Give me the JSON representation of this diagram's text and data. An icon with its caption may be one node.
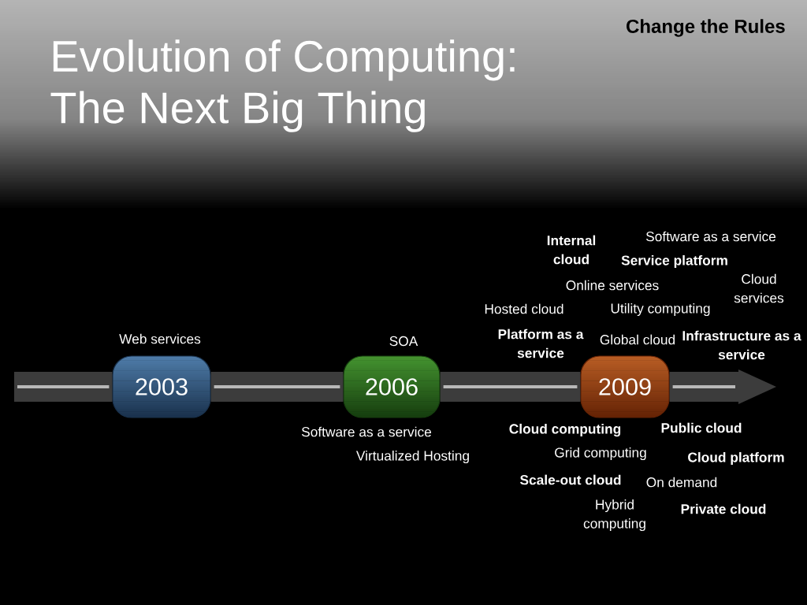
{
  "diagram": {
    "title": "Evolution of Computing: The Next Big Thing",
    "nodes": [
      {
        "text": [
          "2003"
        ],
        "beside": [
          "Web services"
        ]
      },
      {
        "text": [
          "2006"
        ],
        "beside": [
          "SOA",
          "Software as a service",
          "Virtualized Hosting"
        ]
      },
      {
        "text": [
          "2009"
        ],
        "beside": [
          "Internal cloud",
          "Software as a service",
          "Service platform",
          "Online services",
          "Cloud services",
          "Hosted cloud",
          "Utility computing",
          "Platform as a service",
          "Global cloud",
          "Infrastructure as a service",
          "Cloud computing",
          "Public cloud",
          "Grid computing",
          "Cloud platform",
          "Scale-out cloud",
          "On demand",
          "Hybrid computing",
          "Private cloud"
        ]
      }
    ],
    "edges": [
      {
        "from": null,
        "to": 0,
        "arrow": "none"
      },
      {
        "from": 0,
        "to": 1,
        "arrow": "none"
      },
      {
        "from": 1,
        "to": 2,
        "arrow": "none"
      },
      {
        "from": 2,
        "to": null,
        "arrow": "to"
      }
    ],
    "labels": [
      "Change the Rules"
    ]
  }
}
